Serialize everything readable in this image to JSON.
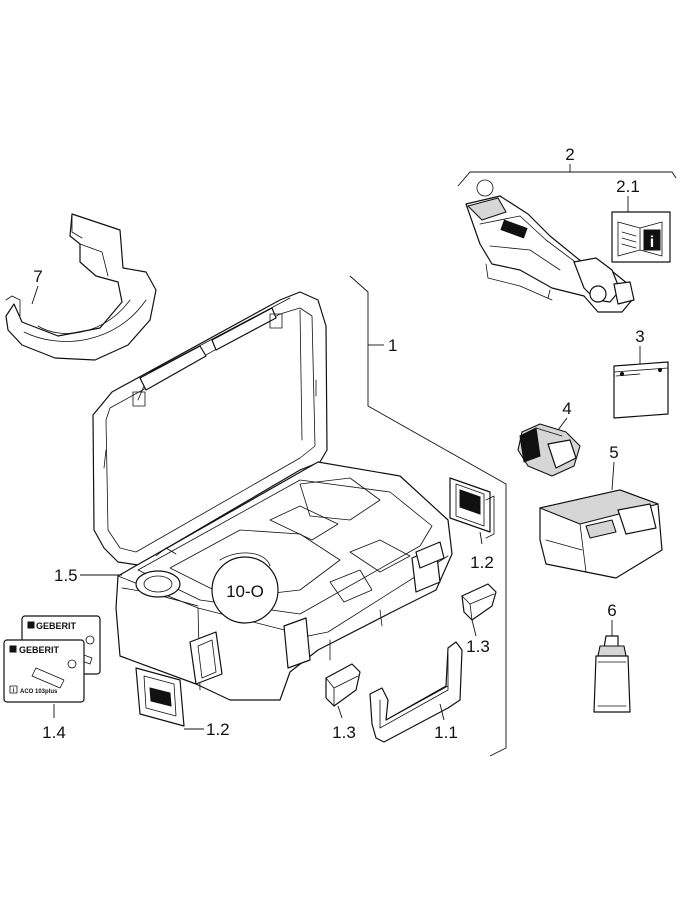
{
  "callouts": {
    "c1": "1",
    "c1_1": "1.1",
    "c1_2a": "1.2",
    "c1_2b": "1.2",
    "c1_3a": "1.3",
    "c1_3b": "1.3",
    "c1_4": "1.4",
    "c1_5": "1.5",
    "c2": "2",
    "c2_1": "2.1",
    "c3": "3",
    "c4": "4",
    "c5": "5",
    "c6": "6",
    "c7": "7"
  },
  "insert_label": "10-O",
  "card": {
    "brand": "GEBERIT",
    "model": "ACO 103plus",
    "info_mark": "i"
  },
  "manual_info_mark": "i",
  "icons": {
    "manual": "info-manual-icon",
    "bluetooth": "bluetooth-icon",
    "brand_square": "square-bullet-icon"
  }
}
